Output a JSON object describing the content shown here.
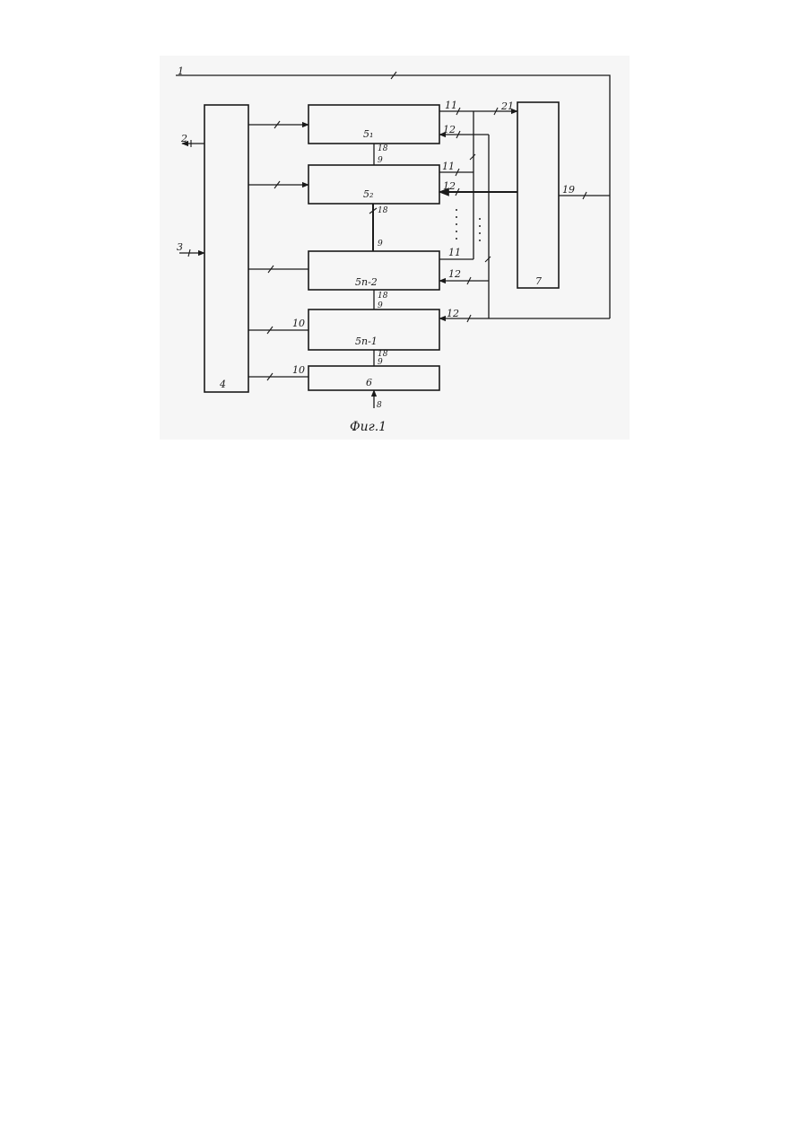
{
  "caption": "Фиг.1",
  "blocks": {
    "b4": "4",
    "b5_1": "5₁",
    "b5_2": "5₂",
    "b5_n2": "5n-2",
    "b5_n1": "5n-1",
    "b6": "6",
    "b7": "7"
  },
  "connections": {
    "l1": "1",
    "l2": "2",
    "l3": "3",
    "l8": "8",
    "l9": "9",
    "l10": "10",
    "l11": "11",
    "l12": "12",
    "l18": "18",
    "l19": "19",
    "l21": "21"
  }
}
